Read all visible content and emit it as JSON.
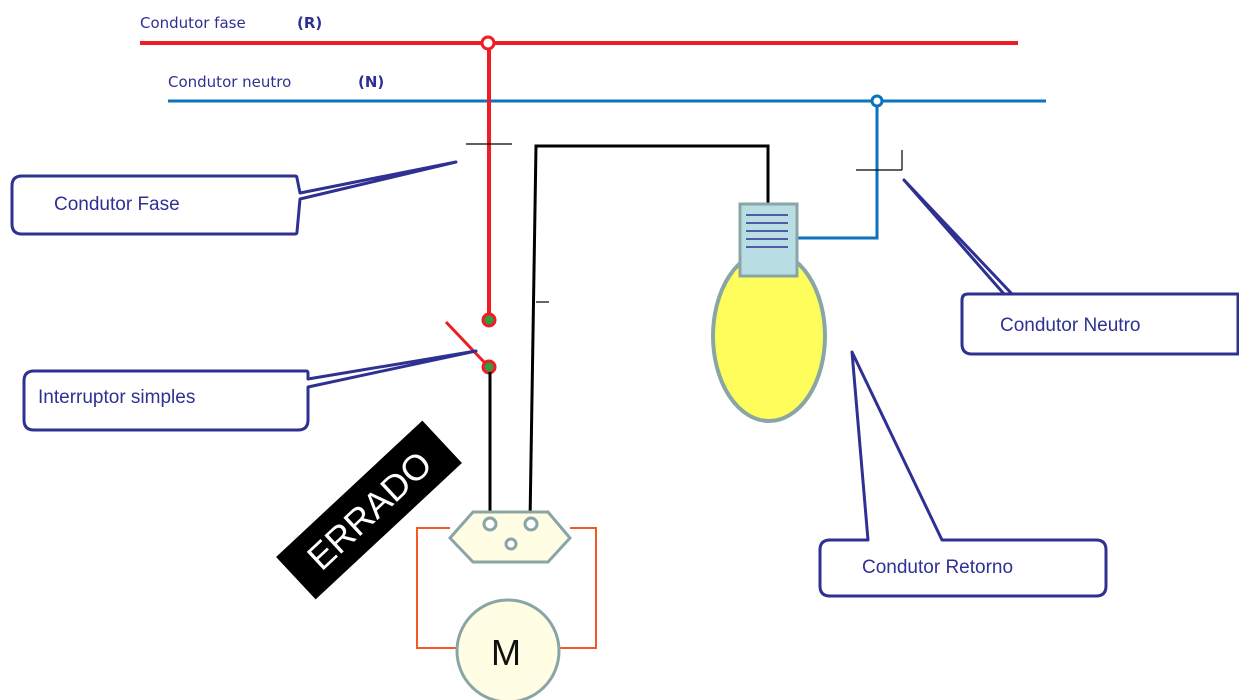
{
  "lines": {
    "phase": {
      "label": "Condutor  fase",
      "tag": "(R)",
      "color": "#ee1d23"
    },
    "neutral": {
      "label": "Condutor  neutro",
      "tag": "(N)",
      "color": "#0a73bb"
    }
  },
  "callouts": {
    "phase": "Condutor Fase",
    "switch": "Interruptor  simples",
    "neutral": "Condutor Neutro",
    "return": "Condutor Retorno"
  },
  "stamp": {
    "text": "ERRADO"
  },
  "motor": {
    "symbol": "M"
  },
  "colors": {
    "callout_border": "#2e3192",
    "return_wire": "#000000",
    "motor_wire": "#f15a24",
    "lamp_glass": "#fdfd5c",
    "lamp_base": "#b8dde2"
  }
}
